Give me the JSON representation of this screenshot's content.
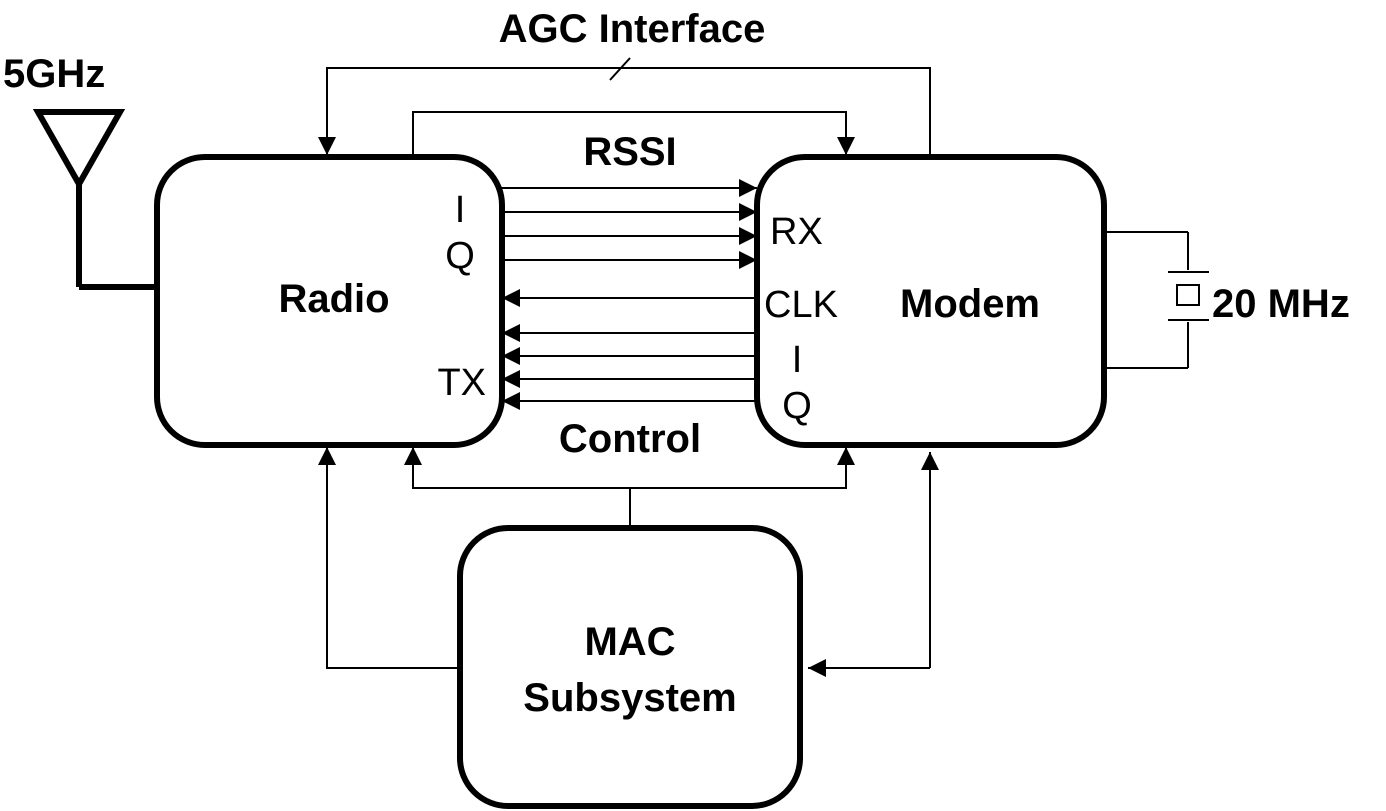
{
  "blocks": {
    "radio": "Radio",
    "modem": "Modem",
    "mac_line1": "MAC",
    "mac_line2": "Subsystem"
  },
  "labels": {
    "frequency_rf": "5GHz",
    "agc_interface": "AGC Interface",
    "rssi": "RSSI",
    "control": "Control",
    "crystal_frequency": "20 MHz"
  },
  "ports": {
    "radio_i": "I",
    "radio_q": "Q",
    "radio_tx": "TX",
    "modem_rx": "RX",
    "modem_clk": "CLK",
    "modem_i": "I",
    "modem_q": "Q"
  }
}
